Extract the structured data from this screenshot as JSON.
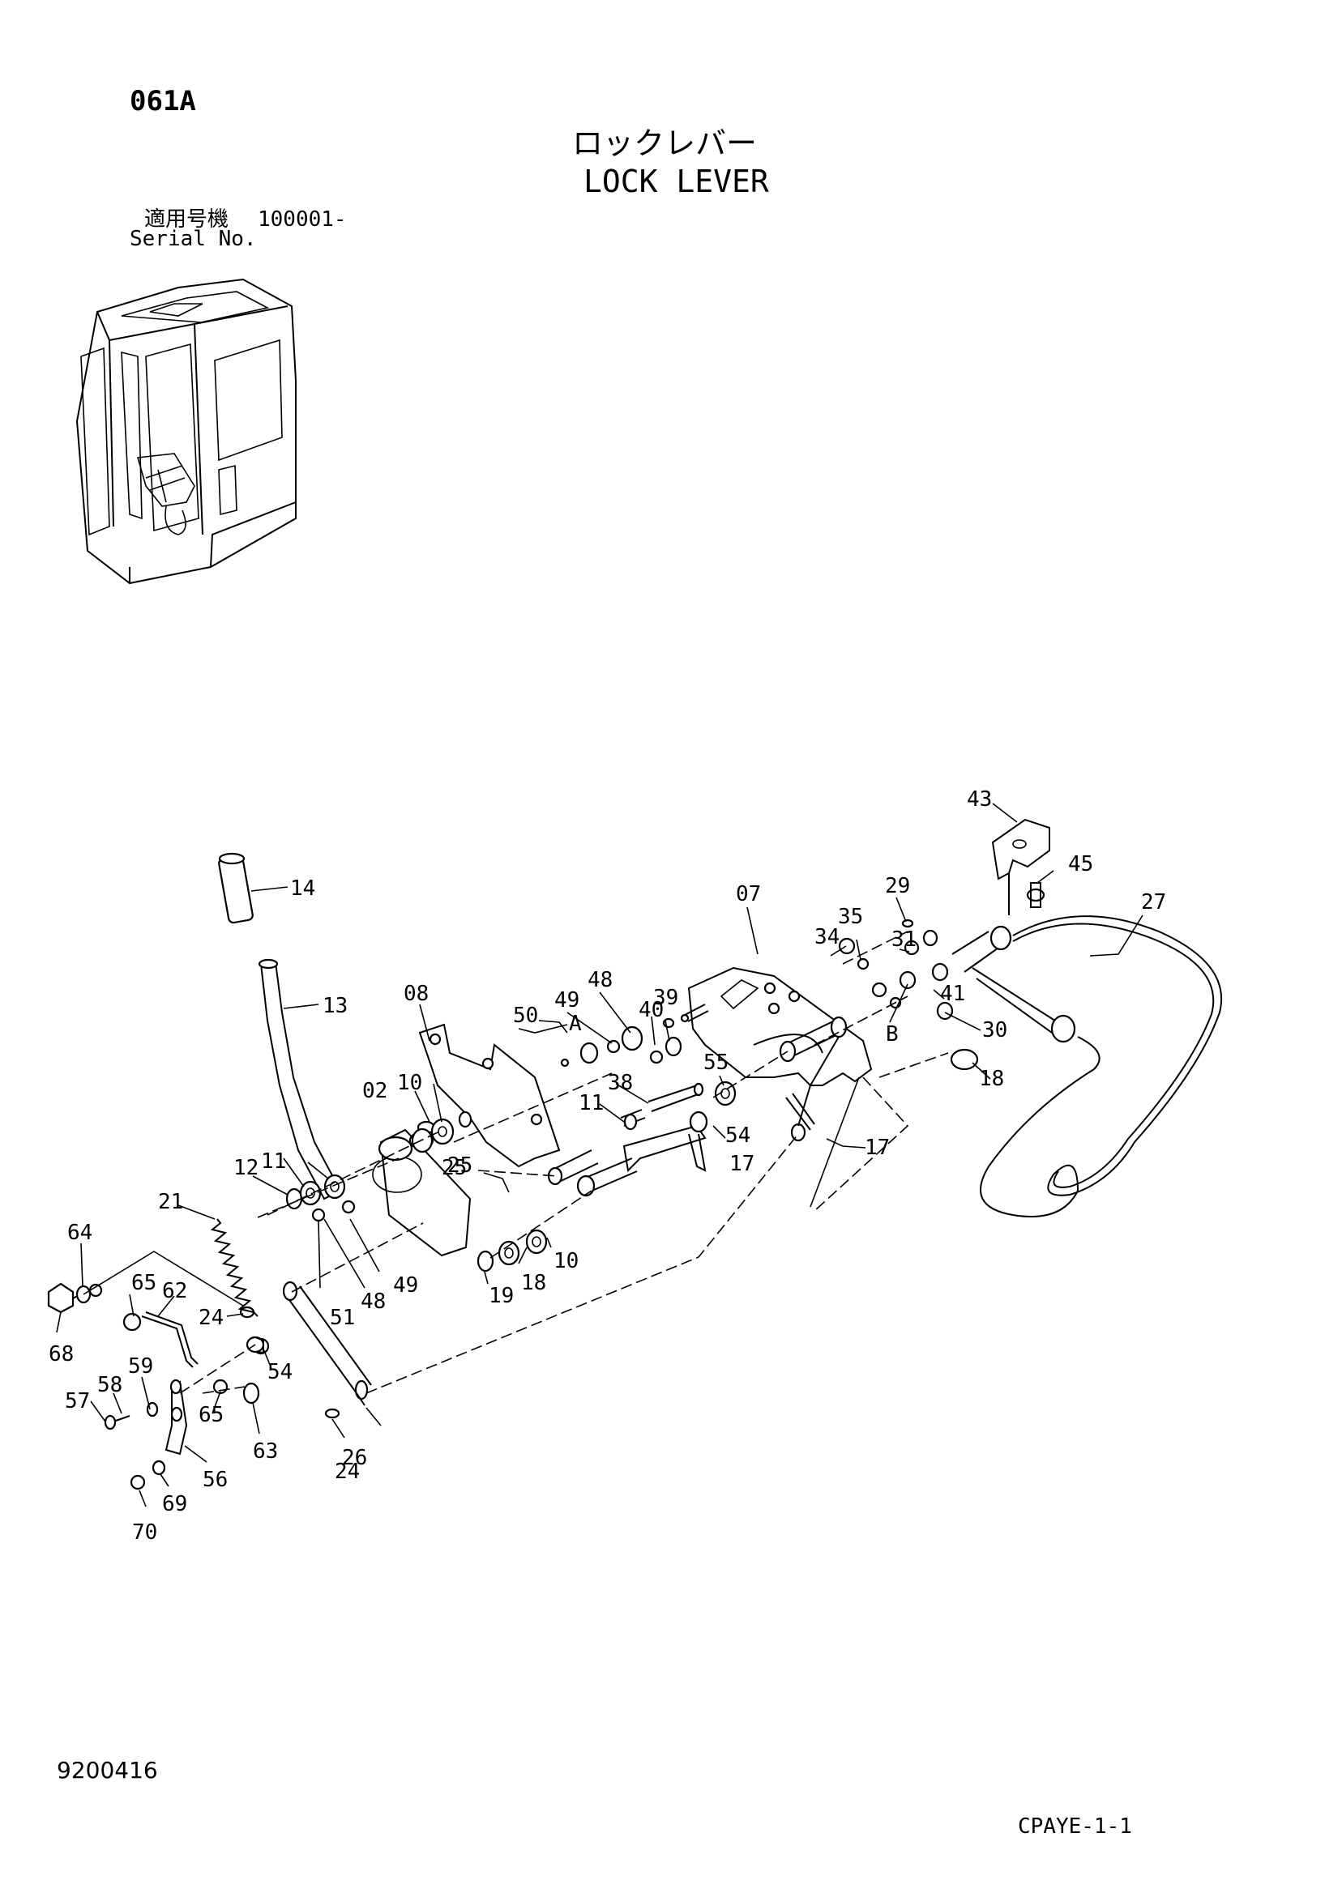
{
  "header": {
    "page_code": "061A",
    "title_jp": "ロックレバー",
    "title_en": "LOCK LEVER",
    "serial_label_jp": "適用号機",
    "serial_range": "100001-",
    "serial_label_en": "Serial No."
  },
  "footer": {
    "doc_number": "9200416",
    "page_ref": "CPAYE-1-1"
  },
  "callouts": [
    "43",
    "45",
    "27",
    "14",
    "29",
    "07",
    "35",
    "34",
    "31",
    "13",
    "48",
    "08",
    "49",
    "39",
    "41",
    "40",
    "50",
    "A",
    "B",
    "30",
    "38",
    "55",
    "18",
    "02",
    "10",
    "11",
    "54",
    "17",
    "25",
    "17",
    "25",
    "11",
    "12",
    "21",
    "49",
    "48",
    "51",
    "19",
    "18",
    "10",
    "64",
    "65",
    "62",
    "24",
    "68",
    "59",
    "58",
    "54",
    "57",
    "65",
    "63",
    "56",
    "26",
    "24",
    "69",
    "70"
  ]
}
